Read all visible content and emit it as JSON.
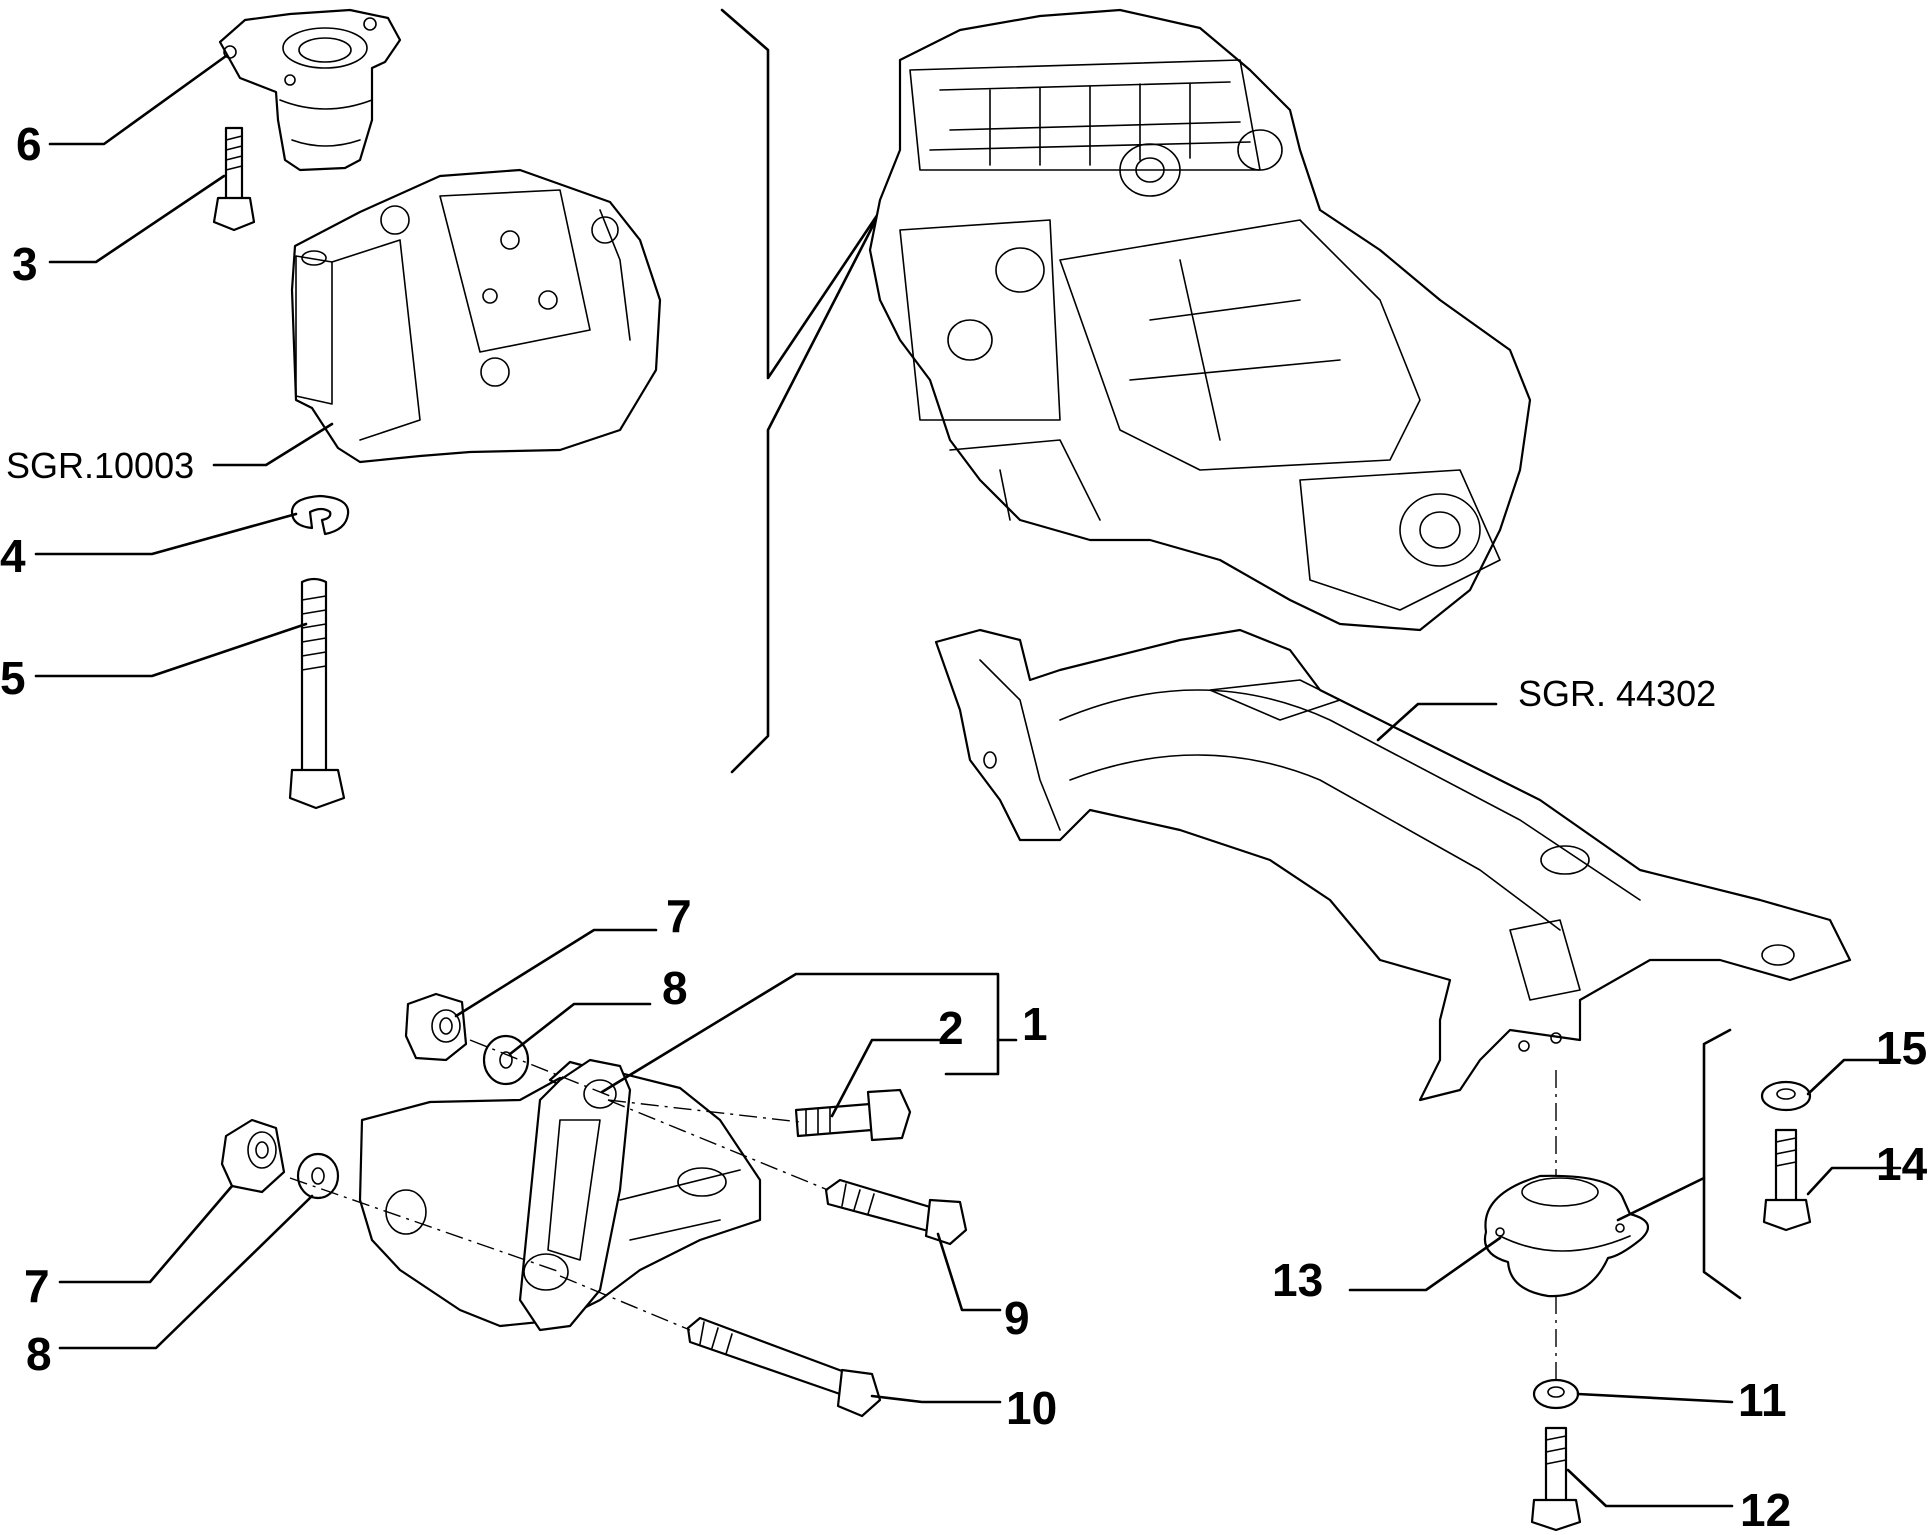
{
  "labels": {
    "n1": "1",
    "n2": "2",
    "n3": "3",
    "n4": "4",
    "n5": "5",
    "n6": "6",
    "n7a": "7",
    "n7b": "7",
    "n8a": "8",
    "n8b": "8",
    "n9": "9",
    "n10": "10",
    "n11": "11",
    "n12": "12",
    "n13": "13",
    "n14": "14",
    "n15": "15",
    "ref_engine_mount": "SGR.10003",
    "ref_crossmember": "SGR. 44302"
  }
}
